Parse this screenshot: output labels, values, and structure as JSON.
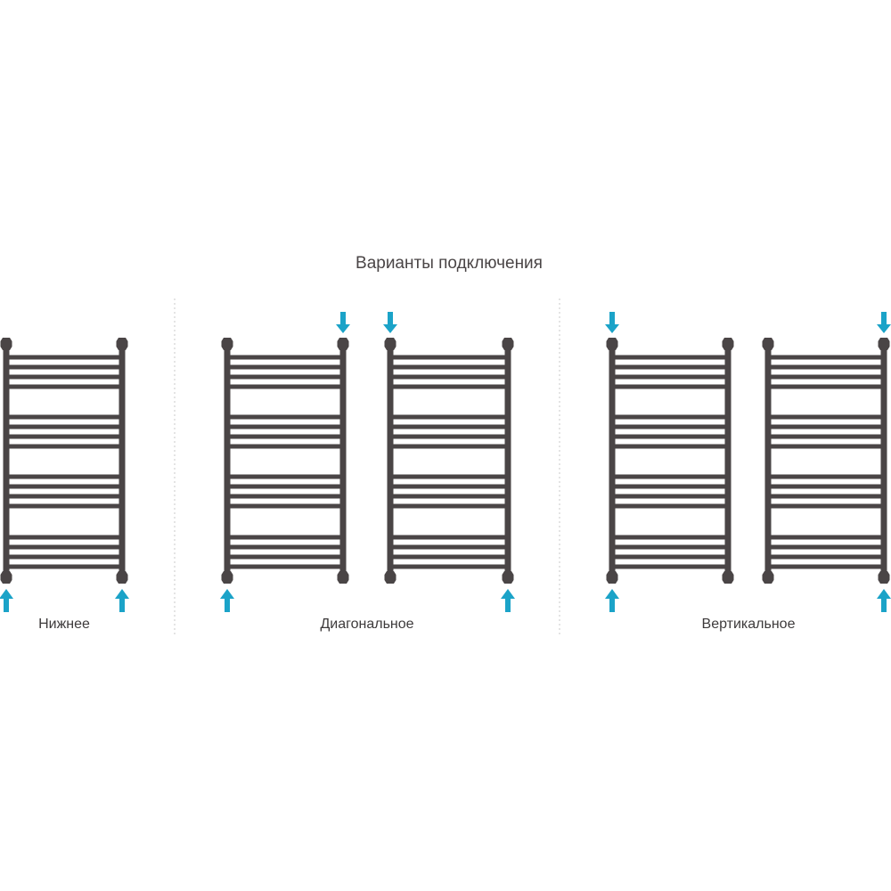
{
  "title": "Варианты подключения",
  "groups": [
    {
      "label": "Нижнее"
    },
    {
      "label": "Диагональное"
    },
    {
      "label": "Вертикальное"
    }
  ],
  "colors": {
    "rail": "#4a4546",
    "arrow": "#1ba3c8",
    "divider": "#c8c8c8"
  },
  "towels": [
    {
      "group": 0,
      "arrows": [
        "bottom-left-up",
        "bottom-right-up"
      ]
    },
    {
      "group": 1,
      "arrows": [
        "top-right-down",
        "bottom-left-up"
      ]
    },
    {
      "group": 1,
      "arrows": [
        "top-left-down",
        "bottom-right-up"
      ]
    },
    {
      "group": 2,
      "arrows": [
        "top-left-down",
        "bottom-left-up"
      ]
    },
    {
      "group": 2,
      "arrows": [
        "top-right-down",
        "bottom-right-up"
      ]
    }
  ]
}
